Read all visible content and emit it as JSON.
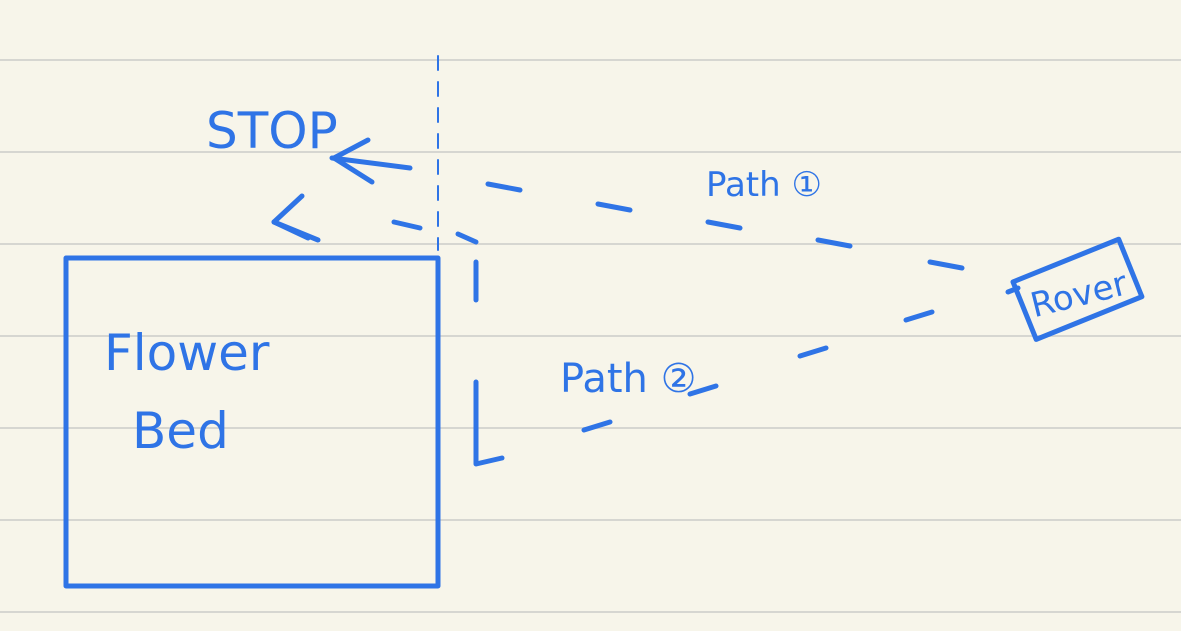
{
  "page": {
    "background": "#f7f5ea",
    "rule_color": "#d6d6d1",
    "ink_color": "#2f74e6"
  },
  "labels": {
    "stop": "STOP",
    "path_1": "Path ①",
    "path_2": "Path ②",
    "flower_bed_line1": "Flower",
    "flower_bed_line2": "Bed",
    "rover": "Rover"
  }
}
